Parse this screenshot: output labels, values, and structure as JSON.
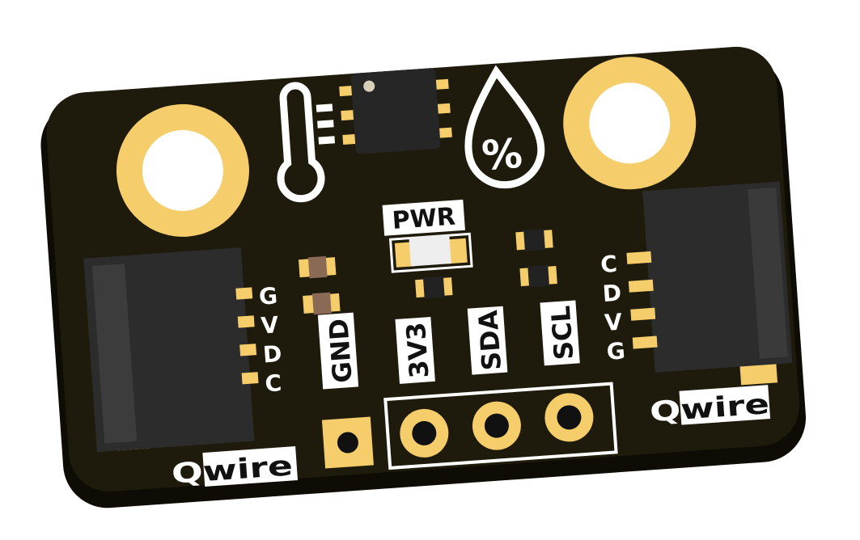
{
  "board": {
    "pwr_label": "PWR",
    "left_pins": [
      "G",
      "V",
      "D",
      "C"
    ],
    "right_pins": [
      "C",
      "D",
      "V",
      "G"
    ],
    "header_labels": [
      "GND",
      "3V3",
      "SDA",
      "SCL"
    ],
    "connector_logo_left": "Qwire",
    "connector_logo_right": "Qwire"
  },
  "colors": {
    "pcb": "#1e1a0c",
    "pcb_edge": "#0e0c05",
    "gold": "#f5cd6a",
    "connector": "#2c2c2c",
    "silk": "#ffffff"
  }
}
